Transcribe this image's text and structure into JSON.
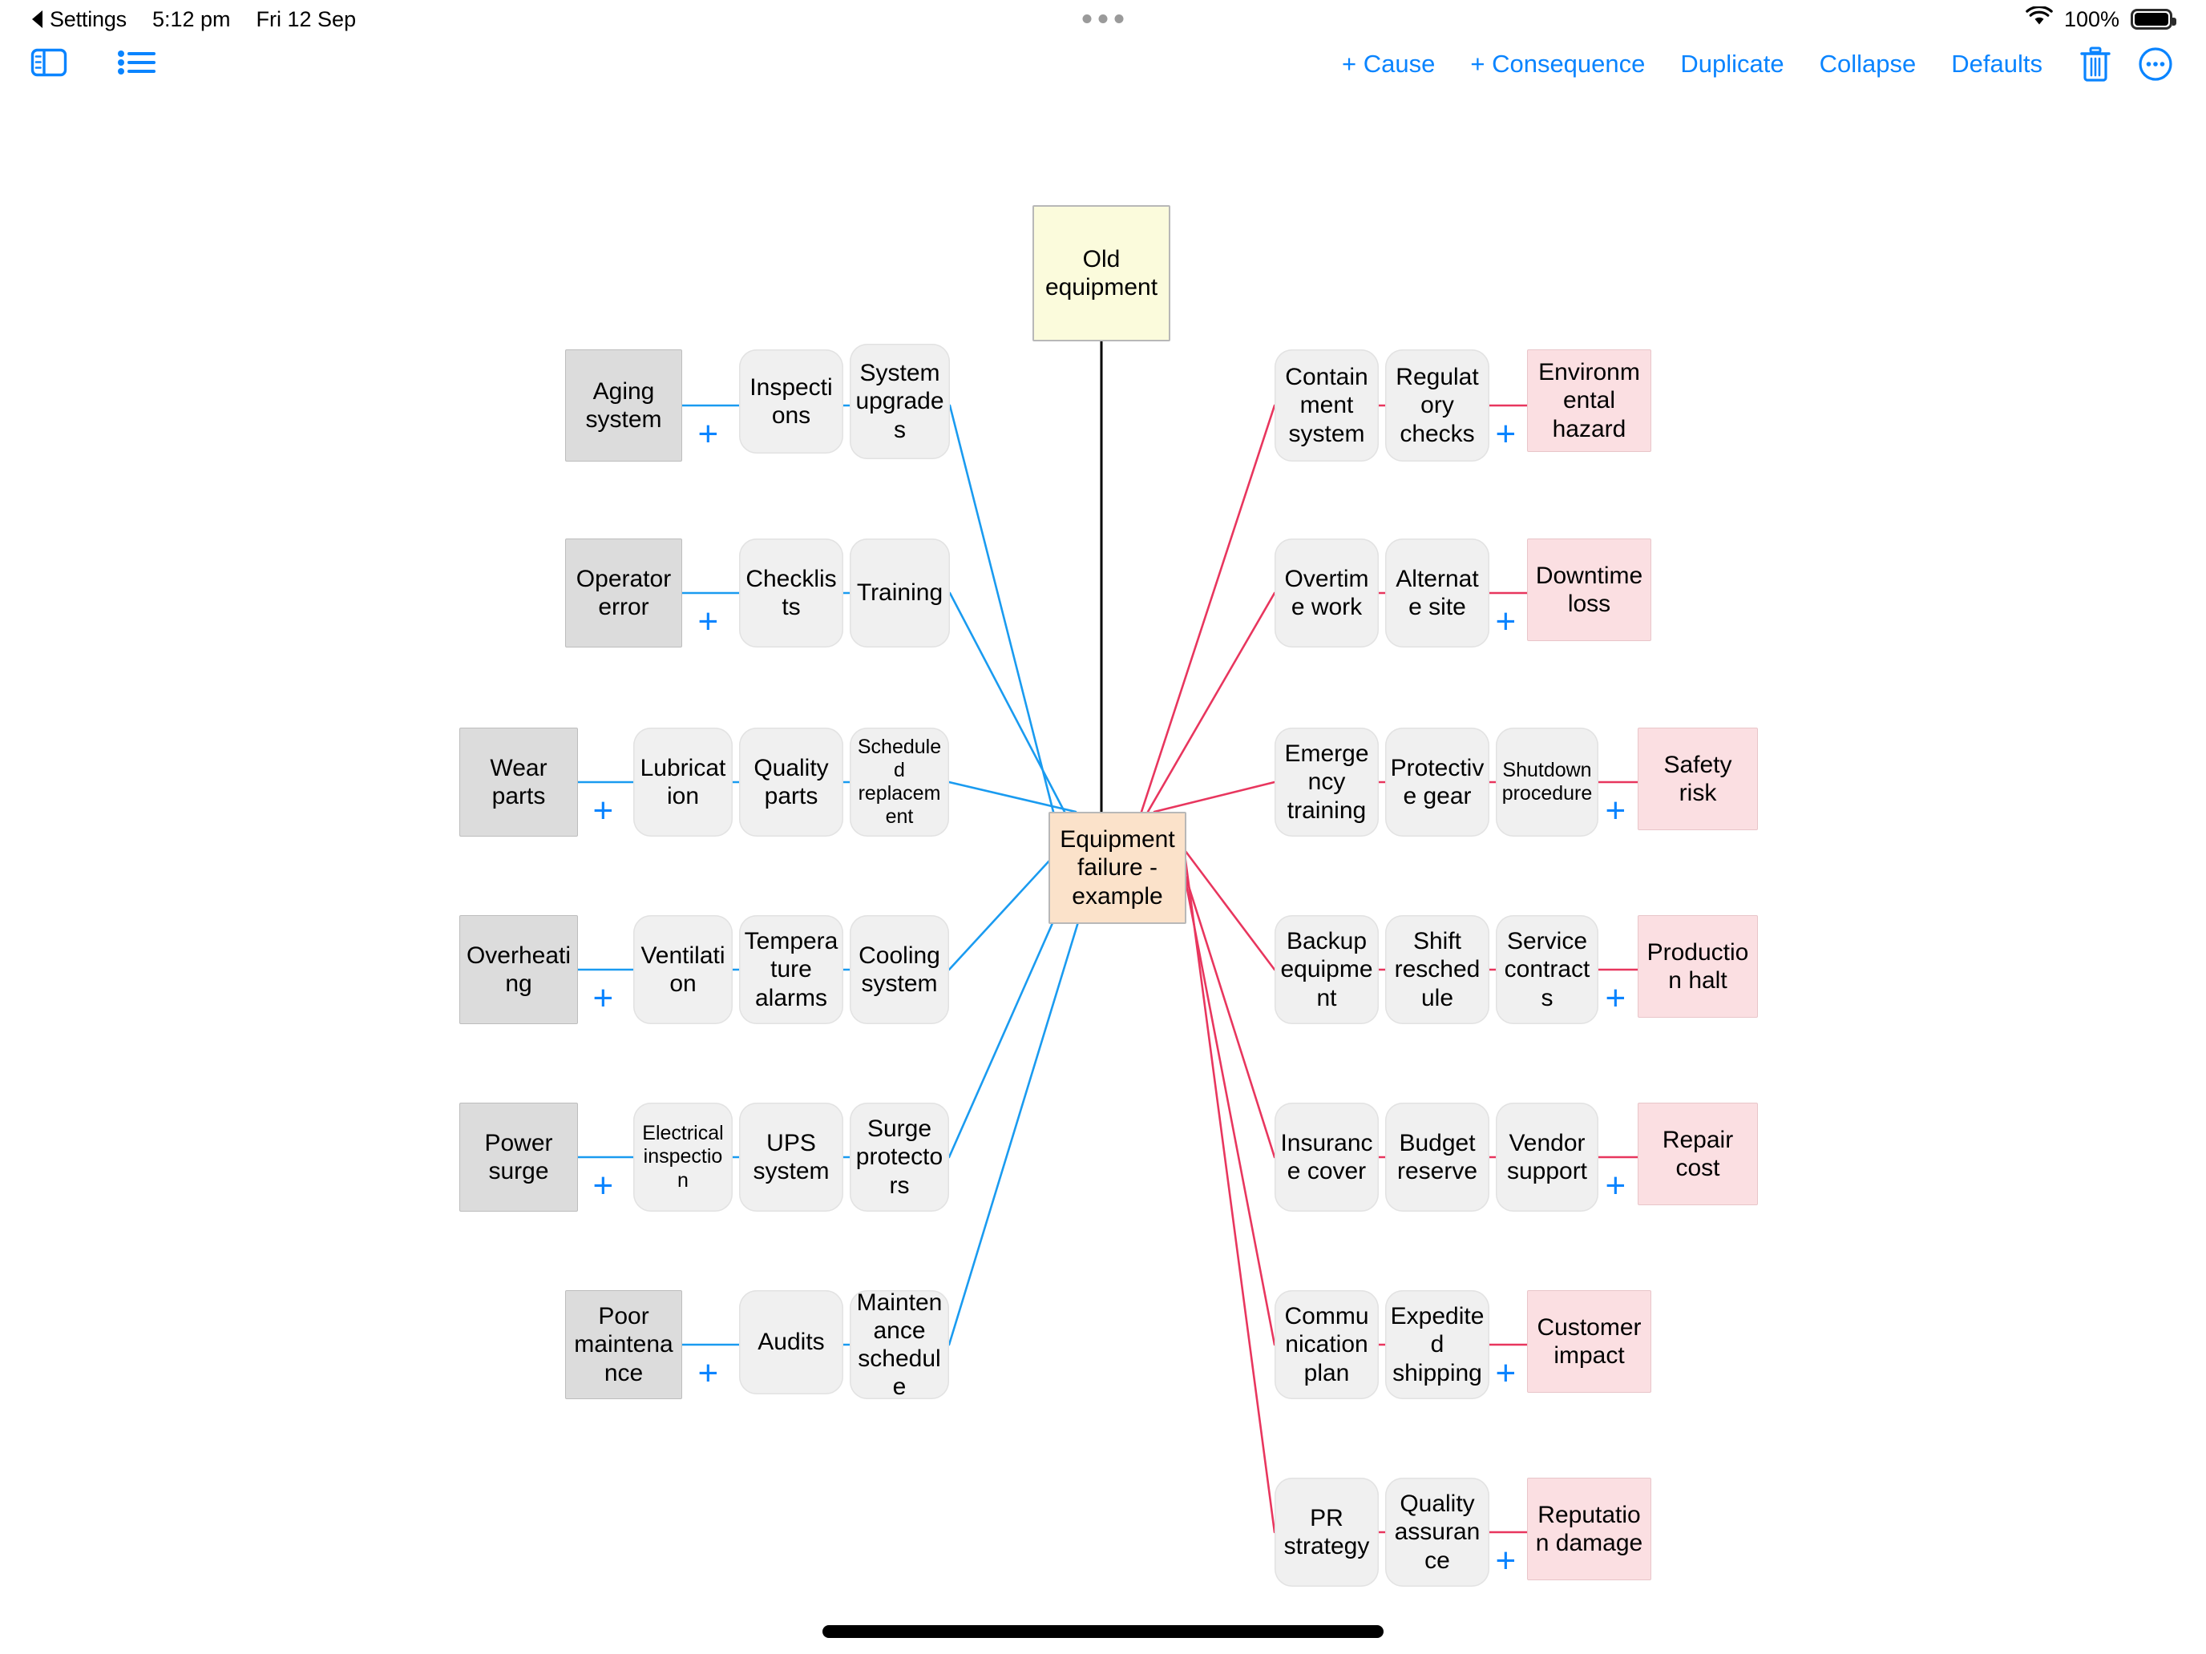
{
  "status_bar": {
    "back_label": "Settings",
    "time": "5:12 pm",
    "date": "Fri 12 Sep",
    "battery_percent": "100%",
    "wifi_icon": "wifi-icon",
    "battery_icon": "battery-full-icon",
    "back_arrow_icon": "back-triangle-icon"
  },
  "toolbar": {
    "sidebar_icon": "sidebar-toggle-icon",
    "outline_icon": "bulleted-list-icon",
    "add_cause": "+ Cause",
    "add_consequence": "+ Consequence",
    "duplicate": "Duplicate",
    "collapse": "Collapse",
    "defaults": "Defaults",
    "delete_icon": "trash-icon",
    "more_icon": "more-circle-icon",
    "accent_color": "#0a84ff"
  },
  "diagram": {
    "center": {
      "label": "Equipment failure - example",
      "color": "#fbe2ca"
    },
    "origin": {
      "label": "Old equipment",
      "color": "#fbfbdc"
    },
    "colors": {
      "cause_line": "#1a9bf0",
      "consequence_line": "#e8365e",
      "origin_line": "#000000",
      "root_cause_fill": "#dcdcdc",
      "mid_fill": "#f0f0f0",
      "end_consequence_fill": "#fbdfe2",
      "plus": "#0a84ff"
    },
    "plus_label": "+",
    "causes": [
      {
        "nodes": [
          "Aging system",
          "Inspections",
          "System upgrades"
        ]
      },
      {
        "nodes": [
          "Operator error",
          "Checklists",
          "Training"
        ]
      },
      {
        "nodes": [
          "Wear parts",
          "Lubrication",
          "Quality parts",
          "Scheduled replacement"
        ]
      },
      {
        "nodes": [
          "Overheating",
          "Ventilation",
          "Temperature alarms",
          "Cooling system"
        ]
      },
      {
        "nodes": [
          "Power surge",
          "Electrical inspection",
          "UPS system",
          "Surge protectors"
        ]
      },
      {
        "nodes": [
          "Poor maintenance",
          "Audits",
          "Maintenance schedule"
        ]
      }
    ],
    "consequences": [
      {
        "nodes": [
          "Containment system",
          "Regulatory checks",
          "Environmental hazard"
        ]
      },
      {
        "nodes": [
          "Overtime work",
          "Alternate site",
          "Downtime loss"
        ]
      },
      {
        "nodes": [
          "Emergency training",
          "Protective gear",
          "Shutdown procedure",
          "Safety risk"
        ]
      },
      {
        "nodes": [
          "Backup equipment",
          "Shift reschedule",
          "Service contracts",
          "Production halt"
        ]
      },
      {
        "nodes": [
          "Insurance cover",
          "Budget reserve",
          "Vendor support",
          "Repair cost"
        ]
      },
      {
        "nodes": [
          "Communication plan",
          "Expedited shipping",
          "Customer impact"
        ]
      },
      {
        "nodes": [
          "PR strategy",
          "Quality assurance",
          "Reputation damage"
        ]
      }
    ]
  }
}
